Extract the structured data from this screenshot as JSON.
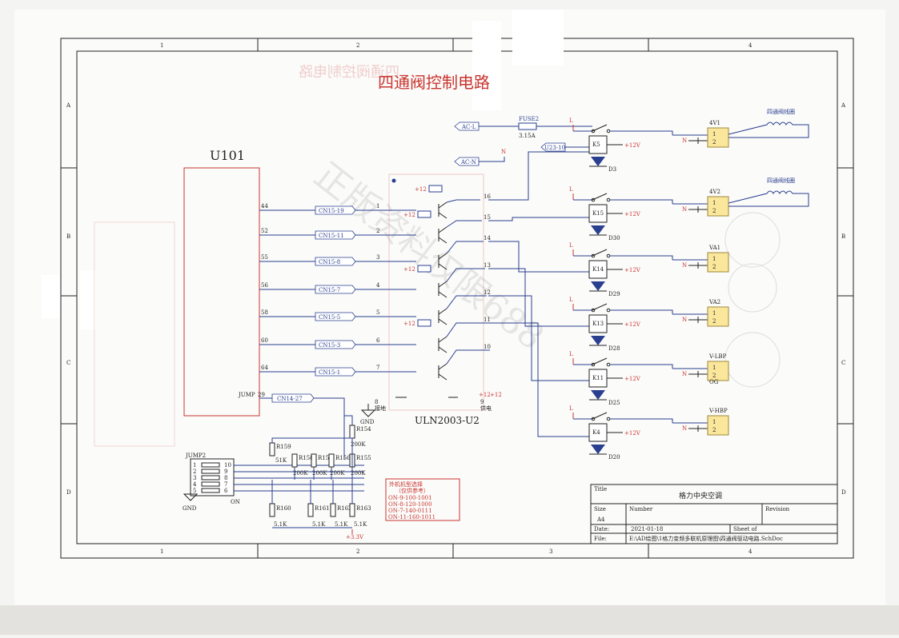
{
  "title": "四通阀控制电路",
  "title_mirrored": "四通阀控制电路",
  "watermark": "正版资料仅限688",
  "u101": {
    "name": "U101",
    "pins": [
      "44",
      "52",
      "55",
      "56",
      "58",
      "60",
      "64"
    ],
    "jump_pin": "29",
    "jump_label": "JUMP"
  },
  "connectors": [
    "CN15-19",
    "CN15-11",
    "CN15-8",
    "CN15-7",
    "CN15-5",
    "CN15-3",
    "CN15-1"
  ],
  "jump_connector": "CN14-27",
  "uln": {
    "name": "ULN2003-U2",
    "inputs": [
      "1",
      "2",
      "3",
      "4",
      "5",
      "6",
      "7"
    ],
    "outputs": [
      "16",
      "15",
      "14",
      "13",
      "12",
      "11",
      "10"
    ],
    "gnd_pin": "8",
    "gnd_label": "接地",
    "vcc_pin": "9",
    "vcc_label": "供电"
  },
  "power": {
    "p12": "+12",
    "p12v": "+12V",
    "p33": "+3.3V",
    "gnd": "GND",
    "n": "N",
    "l": "L"
  },
  "ac": {
    "acl": "AC-L",
    "acn": "AC-N",
    "fuse": "FUSE2",
    "fuse_val": "3.15A",
    "u23": "U23-10"
  },
  "relays": [
    {
      "k": "K5",
      "d": "D3",
      "load": "4V1",
      "coil": "四通阀线圈"
    },
    {
      "k": "K15",
      "d": "D30",
      "load": "4V2",
      "coil": "四通阀线圈"
    },
    {
      "k": "K14",
      "d": "D29",
      "load": "VA1",
      "coil": ""
    },
    {
      "k": "K13",
      "d": "D28",
      "load": "VA2",
      "coil": ""
    },
    {
      "k": "K11",
      "d": "D25",
      "load": "V-LBP",
      "coil": ""
    },
    {
      "k": "K4",
      "d": "D20",
      "load": "V-HBP",
      "coil": ""
    }
  ],
  "og": "OG",
  "connector_pins": [
    "1",
    "2"
  ],
  "jumper": {
    "name": "JUMP2",
    "left_pins": [
      "1",
      "2",
      "3",
      "4",
      "5"
    ],
    "right_pins": [
      "10",
      "9",
      "8",
      "7",
      "6"
    ],
    "on": "ON"
  },
  "resistors_top": [
    {
      "name": "R159",
      "val": "51K"
    },
    {
      "name": "R158",
      "val": "200K"
    },
    {
      "name": "R157",
      "val": "200K"
    },
    {
      "name": "R156",
      "val": "200K"
    },
    {
      "name": "R155",
      "val": "200K"
    },
    {
      "name": "R154",
      "val": "200K"
    }
  ],
  "resistors_bottom": [
    {
      "name": "R160",
      "val": "5.1K"
    },
    {
      "name": "R161",
      "val": "5.1K"
    },
    {
      "name": "R162",
      "val": "5.1K"
    },
    {
      "name": "R163",
      "val": "5.1K"
    }
  ],
  "model_box": {
    "title": "外机机型选择",
    "subtitle": "（仅供参考）",
    "lines": [
      "ON-9-100-1001",
      "ON-8-120-1000",
      "ON-7-140-0111",
      "ON-11-160-1011"
    ]
  },
  "title_block": {
    "title_label": "Title",
    "title_value": "格力中央空调",
    "size_label": "Size",
    "size_value": "A4",
    "number_label": "Number",
    "revision_label": "Revision",
    "date_label": "Date:",
    "date_value": "2021-01-18",
    "sheet_label": "Sheet   of",
    "file_label": "File:",
    "file_value": "E:\\AD绘图\\1格力变频多联机原理图\\四通阀驱动电路.SchDoc"
  },
  "border": {
    "cols": [
      "1",
      "2",
      "3",
      "4"
    ],
    "rows": [
      "A",
      "B",
      "C",
      "D"
    ]
  }
}
